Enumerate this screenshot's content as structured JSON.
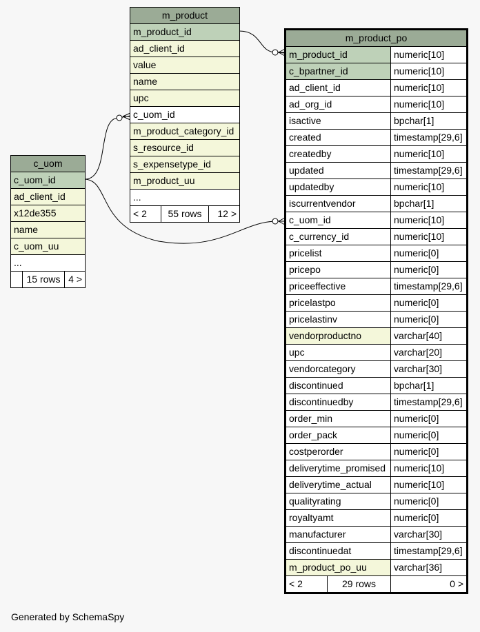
{
  "caption": "Generated by SchemaSpy",
  "m_product_po": {
    "title": "m_product_po",
    "columns": [
      {
        "name": "m_product_id",
        "type": "numeric[10]",
        "kind": "pk"
      },
      {
        "name": "c_bpartner_id",
        "type": "numeric[10]",
        "kind": "pk"
      },
      {
        "name": "ad_client_id",
        "type": "numeric[10]",
        "kind": ""
      },
      {
        "name": "ad_org_id",
        "type": "numeric[10]",
        "kind": ""
      },
      {
        "name": "isactive",
        "type": "bpchar[1]",
        "kind": ""
      },
      {
        "name": "created",
        "type": "timestamp[29,6]",
        "kind": ""
      },
      {
        "name": "createdby",
        "type": "numeric[10]",
        "kind": ""
      },
      {
        "name": "updated",
        "type": "timestamp[29,6]",
        "kind": ""
      },
      {
        "name": "updatedby",
        "type": "numeric[10]",
        "kind": ""
      },
      {
        "name": "iscurrentvendor",
        "type": "bpchar[1]",
        "kind": ""
      },
      {
        "name": "c_uom_id",
        "type": "numeric[10]",
        "kind": ""
      },
      {
        "name": "c_currency_id",
        "type": "numeric[10]",
        "kind": ""
      },
      {
        "name": "pricelist",
        "type": "numeric[0]",
        "kind": ""
      },
      {
        "name": "pricepo",
        "type": "numeric[0]",
        "kind": ""
      },
      {
        "name": "priceeffective",
        "type": "timestamp[29,6]",
        "kind": ""
      },
      {
        "name": "pricelastpo",
        "type": "numeric[0]",
        "kind": ""
      },
      {
        "name": "pricelastinv",
        "type": "numeric[0]",
        "kind": ""
      },
      {
        "name": "vendorproductno",
        "type": "varchar[40]",
        "kind": "fk"
      },
      {
        "name": "upc",
        "type": "varchar[20]",
        "kind": ""
      },
      {
        "name": "vendorcategory",
        "type": "varchar[30]",
        "kind": ""
      },
      {
        "name": "discontinued",
        "type": "bpchar[1]",
        "kind": ""
      },
      {
        "name": "discontinuedby",
        "type": "timestamp[29,6]",
        "kind": ""
      },
      {
        "name": "order_min",
        "type": "numeric[0]",
        "kind": ""
      },
      {
        "name": "order_pack",
        "type": "numeric[0]",
        "kind": ""
      },
      {
        "name": "costperorder",
        "type": "numeric[0]",
        "kind": ""
      },
      {
        "name": "deliverytime_promised",
        "type": "numeric[10]",
        "kind": ""
      },
      {
        "name": "deliverytime_actual",
        "type": "numeric[10]",
        "kind": ""
      },
      {
        "name": "qualityrating",
        "type": "numeric[0]",
        "kind": ""
      },
      {
        "name": "royaltyamt",
        "type": "numeric[0]",
        "kind": ""
      },
      {
        "name": "manufacturer",
        "type": "varchar[30]",
        "kind": ""
      },
      {
        "name": "discontinuedat",
        "type": "timestamp[29,6]",
        "kind": ""
      },
      {
        "name": "m_product_po_uu",
        "type": "varchar[36]",
        "kind": "fk"
      }
    ],
    "footer": {
      "left": "< 2",
      "middle": "29 rows",
      "right": "0 >"
    }
  },
  "m_product": {
    "title": "m_product",
    "columns": [
      {
        "name": "m_product_id",
        "kind": "pk"
      },
      {
        "name": "ad_client_id",
        "kind": "fk"
      },
      {
        "name": "value",
        "kind": "fk"
      },
      {
        "name": "name",
        "kind": "fk"
      },
      {
        "name": "upc",
        "kind": "fk"
      },
      {
        "name": "c_uom_id",
        "kind": ""
      },
      {
        "name": "m_product_category_id",
        "kind": "fk"
      },
      {
        "name": "s_resource_id",
        "kind": "fk"
      },
      {
        "name": "s_expensetype_id",
        "kind": "fk"
      },
      {
        "name": "m_product_uu",
        "kind": "fk"
      },
      {
        "name": "...",
        "kind": ""
      }
    ],
    "footer": {
      "left": "< 2",
      "middle": "55 rows",
      "right": "12 >"
    }
  },
  "c_uom": {
    "title": "c_uom",
    "columns": [
      {
        "name": "c_uom_id",
        "kind": "pk"
      },
      {
        "name": "ad_client_id",
        "kind": "fk"
      },
      {
        "name": "x12de355",
        "kind": "fk"
      },
      {
        "name": "name",
        "kind": "fk"
      },
      {
        "name": "c_uom_uu",
        "kind": "fk"
      },
      {
        "name": "...",
        "kind": ""
      }
    ],
    "footer": {
      "left": "",
      "middle": "15 rows",
      "right": "4 >"
    }
  }
}
